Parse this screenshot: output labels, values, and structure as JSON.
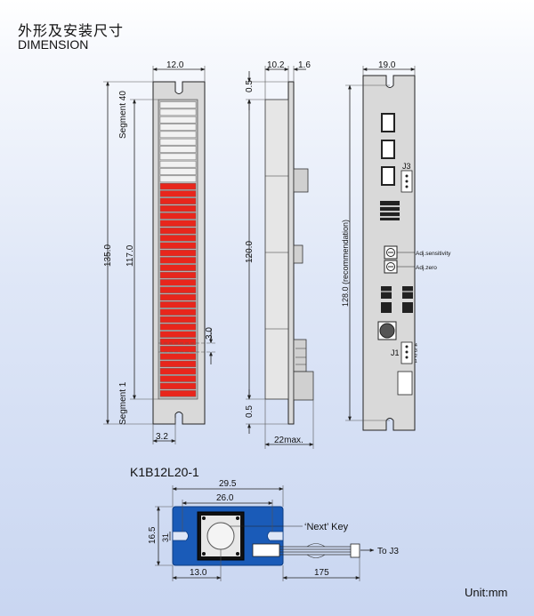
{
  "header": {
    "title_cn": "外形及安装尺寸",
    "title_en": "DIMENSION"
  },
  "front_view": {
    "width": "12.0",
    "height_total": "135.0",
    "height_segments": "117.0",
    "segment_pitch": "3.0",
    "hole_offset": "3.2",
    "segment_top_label": "Segment 40",
    "segment_bottom_label": "Segment 1",
    "segment_count": 40,
    "lit_segments": 29,
    "colors": {
      "lit": "#e8261c",
      "unlit": "#f2f2f2",
      "body": "#d9d9d9"
    }
  },
  "side_view": {
    "thickness": "10.2",
    "pcb": "1.6",
    "top_gap": "0.5",
    "bottom_gap": "0.5",
    "height": "120.0",
    "max_depth": "22max."
  },
  "back_view": {
    "width": "19.0",
    "height": "128.0 (recommendation)",
    "connector_j3": "J3",
    "connector_j1": "J1",
    "pot_sensitivity": "Adj.sensitivity",
    "pot_zero": "Adj.zero",
    "j1_pins": [
      "4",
      "3",
      "2",
      "1"
    ]
  },
  "key_module": {
    "model": "K1B12L20-1",
    "width_total": "29.5",
    "hole_spacing": "26.0",
    "height": "16.5",
    "height_inner": "31",
    "key_offset": "13.0",
    "cable_length": "175",
    "key_label": "‘Next’ Key",
    "to_label": "To J3",
    "colors": {
      "board": "#1a5bb8"
    }
  },
  "footer": {
    "unit": "Unit:mm"
  }
}
